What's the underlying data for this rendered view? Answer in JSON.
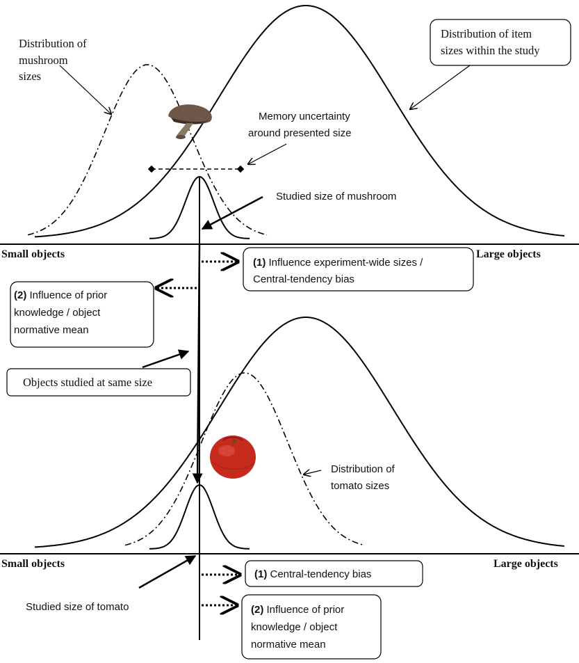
{
  "top_panel": {
    "mushroom_dist_label": [
      "Distribution of",
      "mushroom",
      "sizes"
    ],
    "item_dist_label": [
      "Distribution of item",
      "sizes within the study"
    ],
    "memory_label": [
      "Memory uncertainty",
      "around presented size"
    ],
    "studied_label": "Studied size of mushroom",
    "axis_left": "Small objects",
    "axis_right": "Large objects",
    "box1": {
      "num": "(1)",
      "line1": " Influence experiment-wide sizes /",
      "line2": "Central-tendency bias"
    },
    "box2": {
      "num": "(2)",
      "line1": " Influence of prior",
      "line2": "knowledge / object",
      "line3": "normative mean"
    }
  },
  "middle": {
    "same_size_label": "Objects studied at same size"
  },
  "bottom_panel": {
    "tomato_dist_label": [
      "Distribution of",
      "tomato sizes"
    ],
    "axis_left": "Small objects",
    "axis_right": "Large objects",
    "box1": {
      "num": "(1)",
      "line1": " Central-tendency bias"
    },
    "studied_label": "Studied size of tomato",
    "box2": {
      "num": "(2)",
      "line1": " Influence of prior",
      "line2": "knowledge / object",
      "line3": "normative mean"
    }
  },
  "icons": [
    "mushroom-icon",
    "tomato-icon"
  ]
}
